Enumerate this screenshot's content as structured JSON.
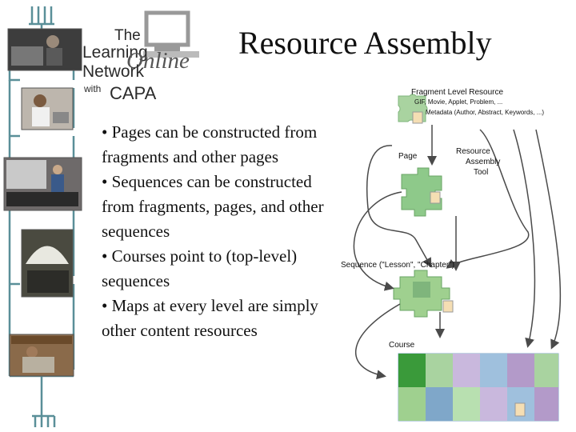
{
  "logo": {
    "line1": "The",
    "line2": "Learning",
    "line3": "Network",
    "line4_small": "with",
    "line4": "CAPA",
    "online": "Online"
  },
  "title": "Resource Assembly",
  "bullets": [
    "• Pages can be constructed from fragments and other pages",
    "• Sequences can be constructed from fragments, pages, and other sequences",
    "• Courses point to (top-level) sequences",
    "• Maps at every level are simply other content resources"
  ],
  "diagram": {
    "fragment_title": "Fragment Level Resource",
    "fragment_sub1": "GIF, Movie, Applet, Problem, ...",
    "fragment_sub2": "Metadata (Author, Abstract, Keywords, ...)",
    "page": "Page",
    "tool_l1": "Resource",
    "tool_l2": "Assembly",
    "tool_l3": "Tool",
    "sequence": "Sequence (\"Lesson\", \"Chapter\")",
    "course": "Course"
  },
  "colors": {
    "rail": "#5a8f98",
    "arrow": "#4a4a4a",
    "puzzle_light": "#a9d3a0",
    "puzzle_mid": "#7fb57c",
    "puzzle_blue": "#7fa7c9",
    "puzzle_purple": "#b39ac9"
  }
}
